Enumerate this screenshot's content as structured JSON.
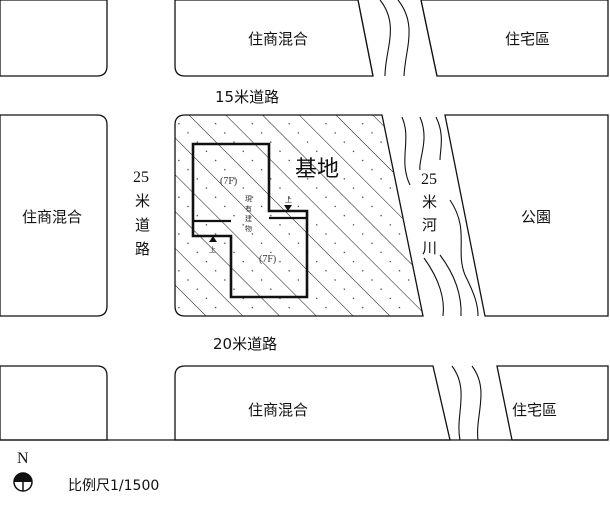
{
  "zones": {
    "top_middle": "住商混合",
    "top_right": "住宅區",
    "left_middle": "住商混合",
    "right_middle": "公園",
    "bottom_middle": "住商混合",
    "bottom_right": "住宅區"
  },
  "roads": {
    "north": "15米道路",
    "south": "20米道路",
    "west_num": "25",
    "west_c1": "米",
    "west_c2": "道",
    "west_c3": "路"
  },
  "river": {
    "num": "25",
    "c1": "米",
    "c2": "河",
    "c3": "川"
  },
  "site": {
    "label": "基地",
    "floors_a": "(7F)",
    "floors_b": "(7F)",
    "existing_c1": "現",
    "existing_c2": "有",
    "existing_c3": "建",
    "existing_c4": "物",
    "entrance_a": "上",
    "entrance_b": "上"
  },
  "legend": {
    "north": "N",
    "scale": "比例尺1/1500"
  }
}
